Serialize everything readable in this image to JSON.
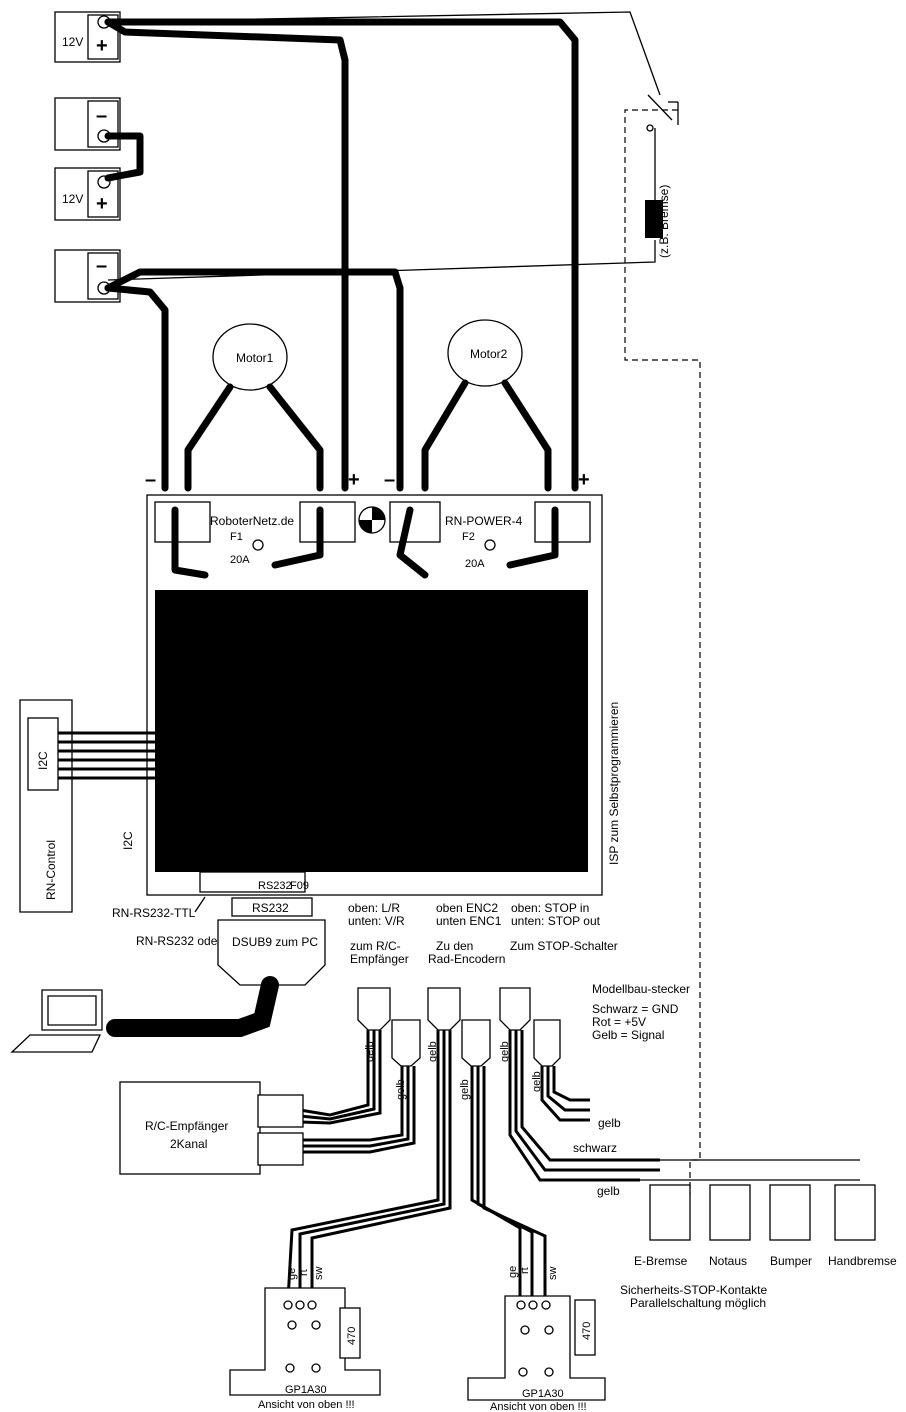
{
  "battery": {
    "voltage_top": "12V",
    "voltage_bottom": "12V",
    "plus": "+",
    "minus": "–"
  },
  "motors": {
    "motor1": "Motor1",
    "motor2": "Motor2",
    "terminal_minus": "–",
    "terminal_plus": "+"
  },
  "brake": {
    "label": "(z.B. Bremse)"
  },
  "board": {
    "brand": "RoboterNetz.de",
    "model": "RN-POWER-4",
    "fuse1": "F1",
    "fuse2": "F2",
    "amp1": "20A",
    "amp2": "20A",
    "rs232_pin": "RS232",
    "rs232_sub": "F09",
    "isp_label": "ISP zum Selbstprogrammieren",
    "i2c_side": "I2C"
  },
  "rn_control": {
    "label": "RN-Control",
    "i2c": "I2C"
  },
  "connectors": {
    "rs232_ttl": "RN-RS232-TTL",
    "rs232_or": "RN-RS232 oder",
    "rs232_box": "RS232",
    "dsub": "DSUB9 zum PC",
    "lr_top": "oben: L/R",
    "lr_bottom": "unten: V/R",
    "enc_top": "oben ENC2",
    "enc_bottom": "unten ENC1",
    "stop_top": "oben: STOP in",
    "stop_bottom": "unten: STOP out",
    "rc_target_1": "zum R/C-",
    "rc_target_2": "Empfänger",
    "enc_target_1": "Zu den",
    "enc_target_2": "Rad-Encodern",
    "stop_target": "Zum STOP-Schalter"
  },
  "plug_legend": {
    "title": "Modellbau-stecker",
    "line1": "Schwarz = GND",
    "line2": "Rot = +5V",
    "line3": "Gelb = Signal"
  },
  "rc_receiver": {
    "line1": "R/C-Empfänger",
    "line2": "2Kanal"
  },
  "wire_labels": {
    "gelb": "gelb",
    "schwarz": "schwarz",
    "ge": "ge",
    "rt": "rt",
    "sw": "sw"
  },
  "switches": {
    "s1": "E-Bremse",
    "s2": "Notaus",
    "s3": "Bumper",
    "s4": "Handbremse",
    "note1": "Sicherheits-STOP-Kontakte",
    "note2": "Parallelschaltung möglich"
  },
  "sensors": {
    "left_name": "GP1A30",
    "right_name": "GP1A30",
    "left_view": "Ansicht von oben !!!",
    "right_view": "Ansicht von oben !!!",
    "resistor_left": "470",
    "resistor_right": "470"
  }
}
